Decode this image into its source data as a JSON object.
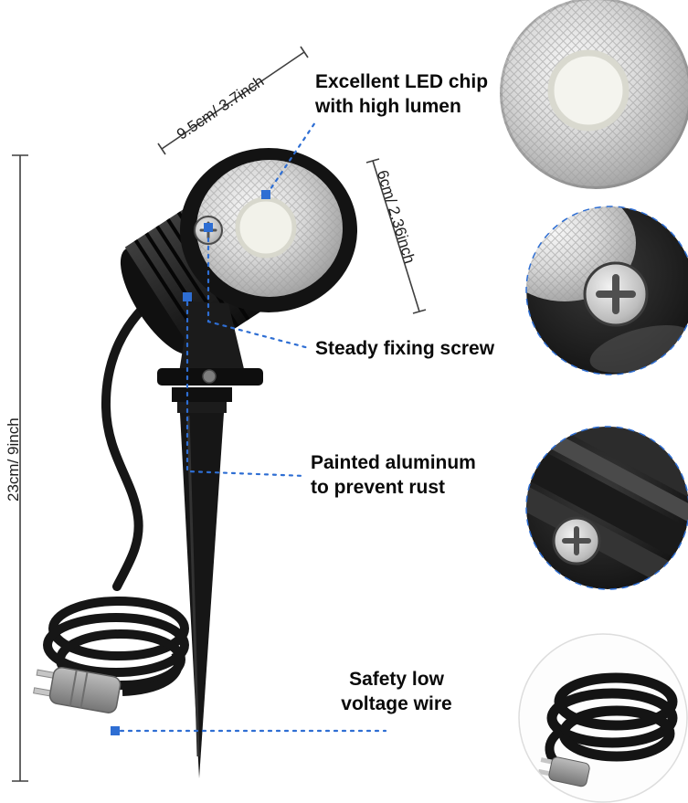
{
  "background_color": "#ffffff",
  "accent_color": "#2e6ed3",
  "dimensions": {
    "body_length": "9.5cm/ 3.7inch",
    "face_diameter": "6cm/ 2.36inch",
    "total_height": "23cm/ 9inch"
  },
  "callouts": {
    "led": {
      "line1": "Excellent LED chip",
      "line2": "with high lumen"
    },
    "screw": {
      "line1": "Steady fixing screw"
    },
    "aluminum": {
      "line1": "Painted aluminum",
      "line2": "to prevent rust"
    },
    "wire": {
      "line1": "Safety low",
      "line2": "voltage wire"
    }
  }
}
